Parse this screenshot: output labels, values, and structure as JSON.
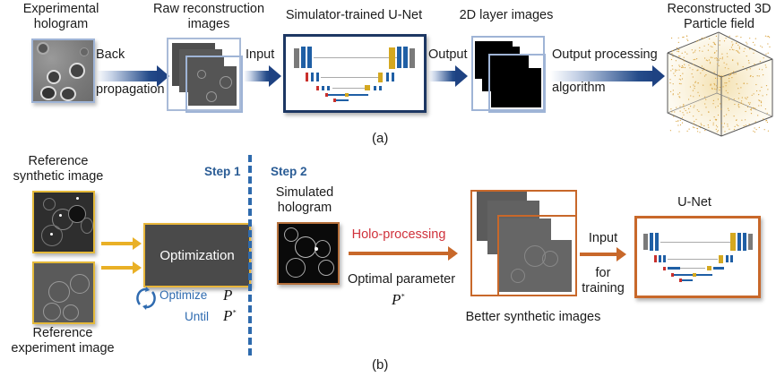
{
  "panel_a": {
    "caption": "(a)",
    "experimental_hologram_label": [
      "Experimental",
      "hologram"
    ],
    "back_propagation_label": [
      "Back",
      "propagation"
    ],
    "raw_reconstruction_label": [
      "Raw reconstruction",
      "images"
    ],
    "input_label": "Input",
    "unet_label": "Simulator-trained U-Net",
    "output_label": "Output",
    "layer_images_label": "2D layer images",
    "output_processing_label": [
      "Output processing",
      "algorithm"
    ],
    "particle_field_label": [
      "Reconstructed 3D",
      "Particle field"
    ]
  },
  "panel_b": {
    "caption": "(b)",
    "step1_label": "Step 1",
    "step2_label": "Step 2",
    "ref_synthetic_label": [
      "Reference",
      "synthetic image"
    ],
    "ref_experiment_label": [
      "Reference",
      "experiment image"
    ],
    "optimization_label": "Optimization",
    "optimize_label": "Optimize",
    "until_label": "Until",
    "param_symbol": "P",
    "param_optimal_symbol": "P",
    "param_star": "*",
    "simulated_hologram_label": [
      "Simulated",
      "hologram"
    ],
    "holo_processing_label": "Holo-processing",
    "optimal_parameter_label": "Optimal parameter",
    "better_synthetic_label": "Better synthetic images",
    "input_label": "Input",
    "for_training_label": [
      "for",
      "training"
    ],
    "unet_label": "U-Net"
  },
  "colors": {
    "blue_arrow": "#1e4282",
    "step_text": "#2a5c95",
    "gold": "#e9b026",
    "orange": "#c8682a",
    "holo_processing_text": "#d0323c",
    "unet_blue": "#1f5fa5",
    "unet_gold": "#d4a820",
    "unet_red": "#c9302c",
    "unet_gray": "#7a7a7a"
  }
}
